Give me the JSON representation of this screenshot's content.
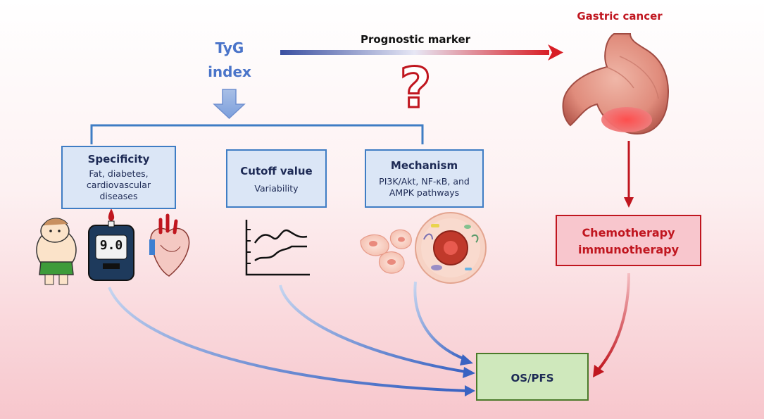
{
  "tyg": {
    "line1": "TyG",
    "line2": "index"
  },
  "prognostic_marker": "Prognostic marker",
  "gastric_cancer": "Gastric cancer",
  "question_mark": "?",
  "boxes": {
    "specificity": {
      "title": "Specificity",
      "lines": [
        "Fat, diabetes,",
        "cardiovascular",
        "diseases"
      ]
    },
    "cutoff": {
      "title": "Cutoff value",
      "lines": [
        "Variability"
      ]
    },
    "mechanism": {
      "title": "Mechanism",
      "lines": [
        "PI3K/Akt, NF-κB, and",
        "AMPK pathways"
      ]
    },
    "therapy": {
      "lines": [
        "Chemotherapy",
        "immunotherapy"
      ]
    },
    "outcome": {
      "title": "OS/PFS"
    }
  },
  "glucometer_reading": "9.0",
  "colors": {
    "blue_accent": "#3f7dc4",
    "red_accent": "#c0161f",
    "green_accent": "#4b7a2a"
  },
  "icons": [
    "obese-child-icon",
    "glucometer-icon",
    "heart-icon",
    "line-graph-icon",
    "cells-icon",
    "cell-nucleus-icon",
    "stomach-icon",
    "down-arrow-icon",
    "question-mark-icon"
  ]
}
